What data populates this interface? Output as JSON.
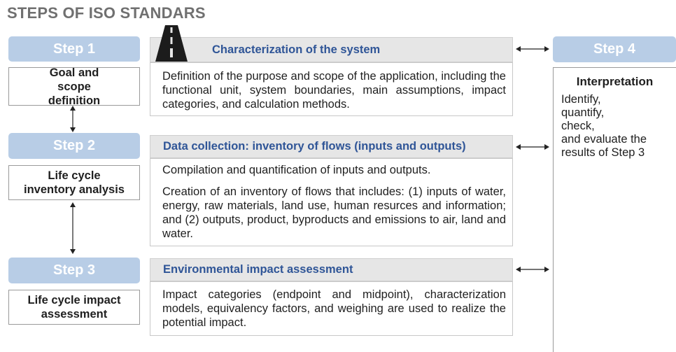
{
  "title": "STEPS OF ISO STANDARS",
  "colors": {
    "step_pill": "#b8cde6",
    "header_text": "#2f5597",
    "header_bg": "#e6e6e6",
    "title": "#707070"
  },
  "icons": {
    "road": "road-icon"
  },
  "steps": [
    {
      "label": "Step 1",
      "name": "Goal and scope definition"
    },
    {
      "label": "Step 2",
      "name": "Life cycle inventory analysis"
    },
    {
      "label": "Step 3",
      "name": "Life cycle impact assessment"
    },
    {
      "label": "Step 4"
    }
  ],
  "sections": [
    {
      "header": "Characterization of the system",
      "body": "Definition of the purpose and scope of the application, including the functional unit, system boundaries, main assumptions, impact categories, and calculation methods."
    },
    {
      "header": "Data collection: inventory of flows (inputs and outputs)",
      "body_1": "Compilation and quantification of inputs and outputs.",
      "body_2": "Creation of an inventory of flows that includes: (1) inputs of water, energy,  raw materials, land use, human resurces and information; and (2) outputs, product, byproducts and emissions to air, land and water."
    },
    {
      "header": "Environmental impact assessment",
      "body": "Impact categories (endpoint and midpoint),  characterization models, equivalency factors, and weighing are used to realize the potential impact."
    }
  ],
  "interpretation": {
    "title": "Interpretation",
    "lines": [
      "Identify,",
      "quantify,",
      "check,",
      "and evaluate the",
      "results of Step 3"
    ]
  }
}
